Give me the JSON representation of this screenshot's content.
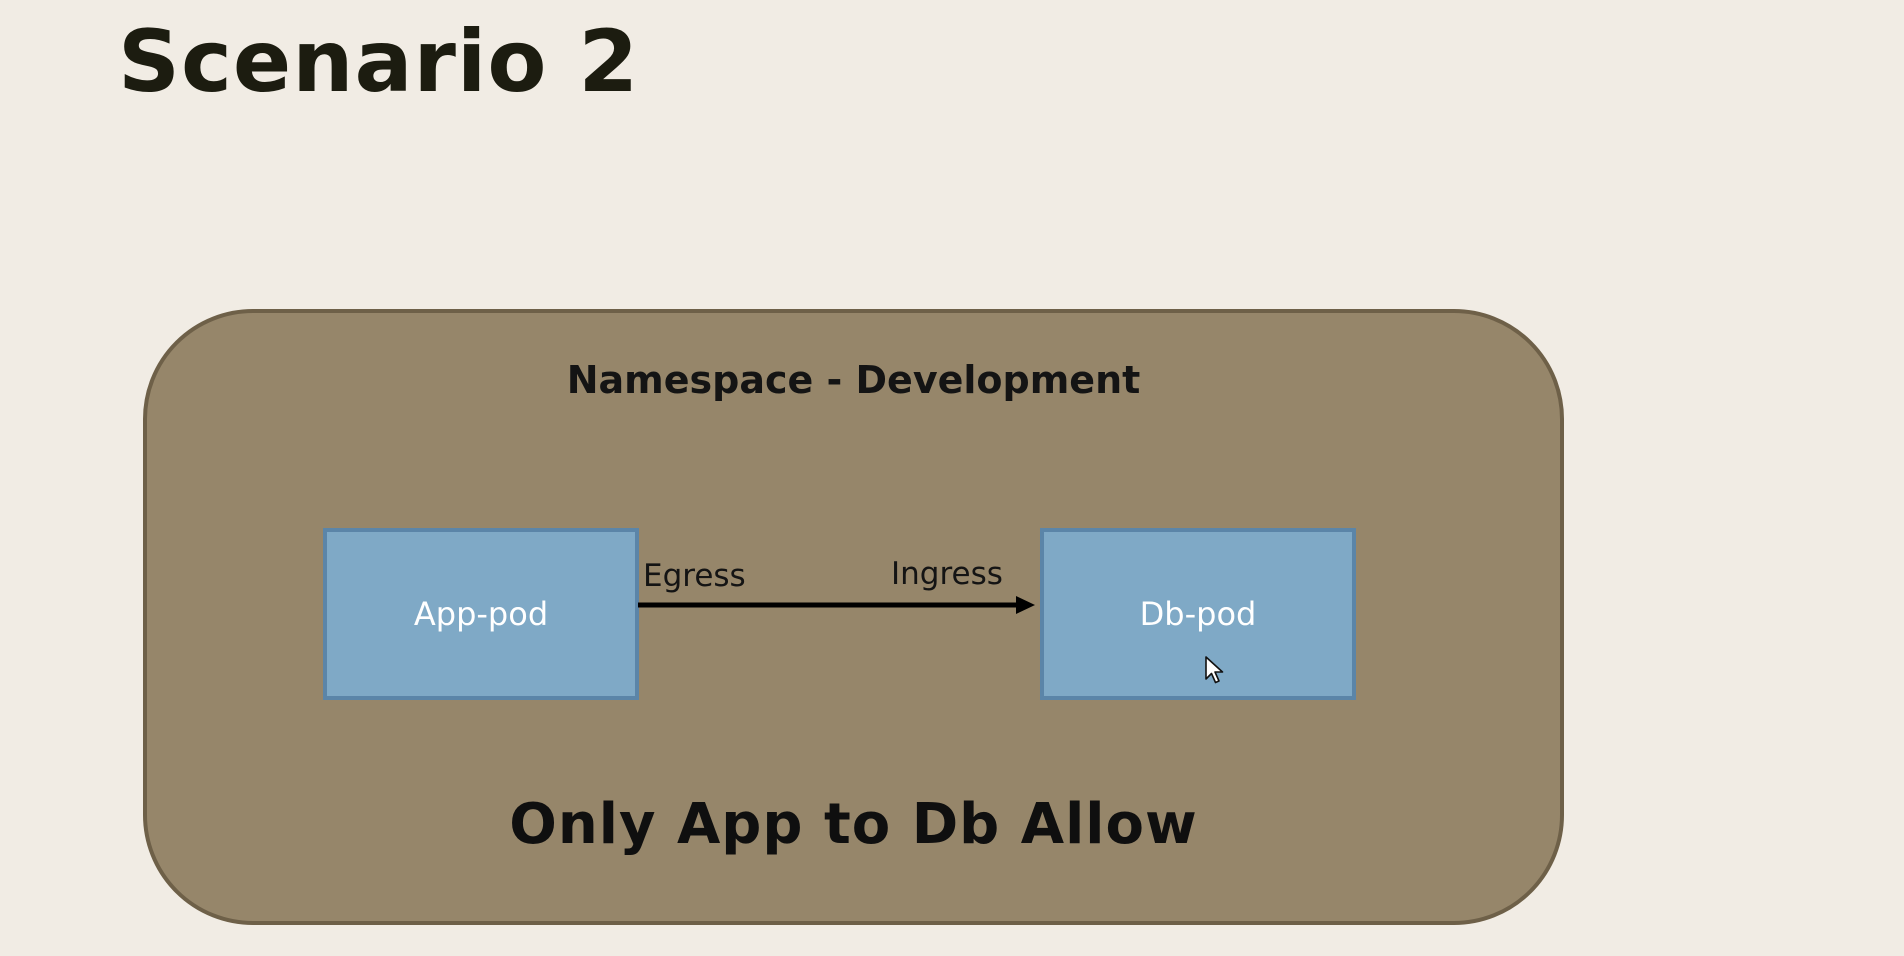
{
  "slide": {
    "title": "Scenario 2"
  },
  "diagram": {
    "namespace_label": "Namespace - Development",
    "app_pod_label": "App-pod",
    "db_pod_label": "Db-pod",
    "egress_label": "Egress",
    "ingress_label": "Ingress",
    "caption": "Only App to Db Allow"
  },
  "colors": {
    "background": "#f1ece4",
    "namespace_fill": "#96866a",
    "pod_fill": "#7fa9c6",
    "arrow": "#000000"
  },
  "icons": {
    "cursor": "mouse-pointer-icon"
  }
}
